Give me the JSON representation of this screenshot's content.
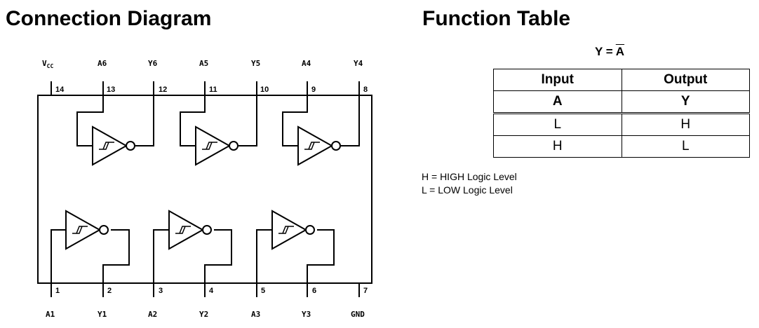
{
  "titles": {
    "connection": "Connection Diagram",
    "function": "Function Table"
  },
  "top_pins": [
    {
      "label": "VCC",
      "label_main": "V",
      "label_sub": "CC",
      "number": "14"
    },
    {
      "label": "A6",
      "number": "13"
    },
    {
      "label": "Y6",
      "number": "12"
    },
    {
      "label": "A5",
      "number": "11"
    },
    {
      "label": "Y5",
      "number": "10"
    },
    {
      "label": "A4",
      "number": "9"
    },
    {
      "label": "Y4",
      "number": "8"
    }
  ],
  "bottom_pins": [
    {
      "label": "A1",
      "number": "1"
    },
    {
      "label": "Y1",
      "number": "2"
    },
    {
      "label": "A2",
      "number": "3"
    },
    {
      "label": "Y2",
      "number": "4"
    },
    {
      "label": "A3",
      "number": "5"
    },
    {
      "label": "Y3",
      "number": "6"
    },
    {
      "label": "GND",
      "number": "7"
    }
  ],
  "equation": {
    "lhs": "Y",
    "eq": " = ",
    "rhs": "A"
  },
  "function_table": {
    "group_headers": [
      "Input",
      "Output"
    ],
    "column_headers": [
      "A",
      "Y"
    ],
    "rows": [
      [
        "L",
        "H"
      ],
      [
        "H",
        "L"
      ]
    ]
  },
  "notes": [
    "H = HIGH Logic Level",
    "L = LOW Logic Level"
  ]
}
